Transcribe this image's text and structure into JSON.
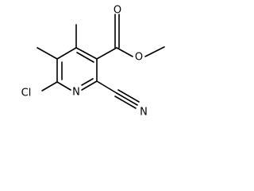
{
  "molecule": {
    "atoms": {
      "carbonyl_oxygen": "O",
      "ester_oxygen": "O",
      "chlorine": "Cl",
      "ring_nitrogen": "N",
      "nitrile_nitrogen": "N"
    }
  }
}
